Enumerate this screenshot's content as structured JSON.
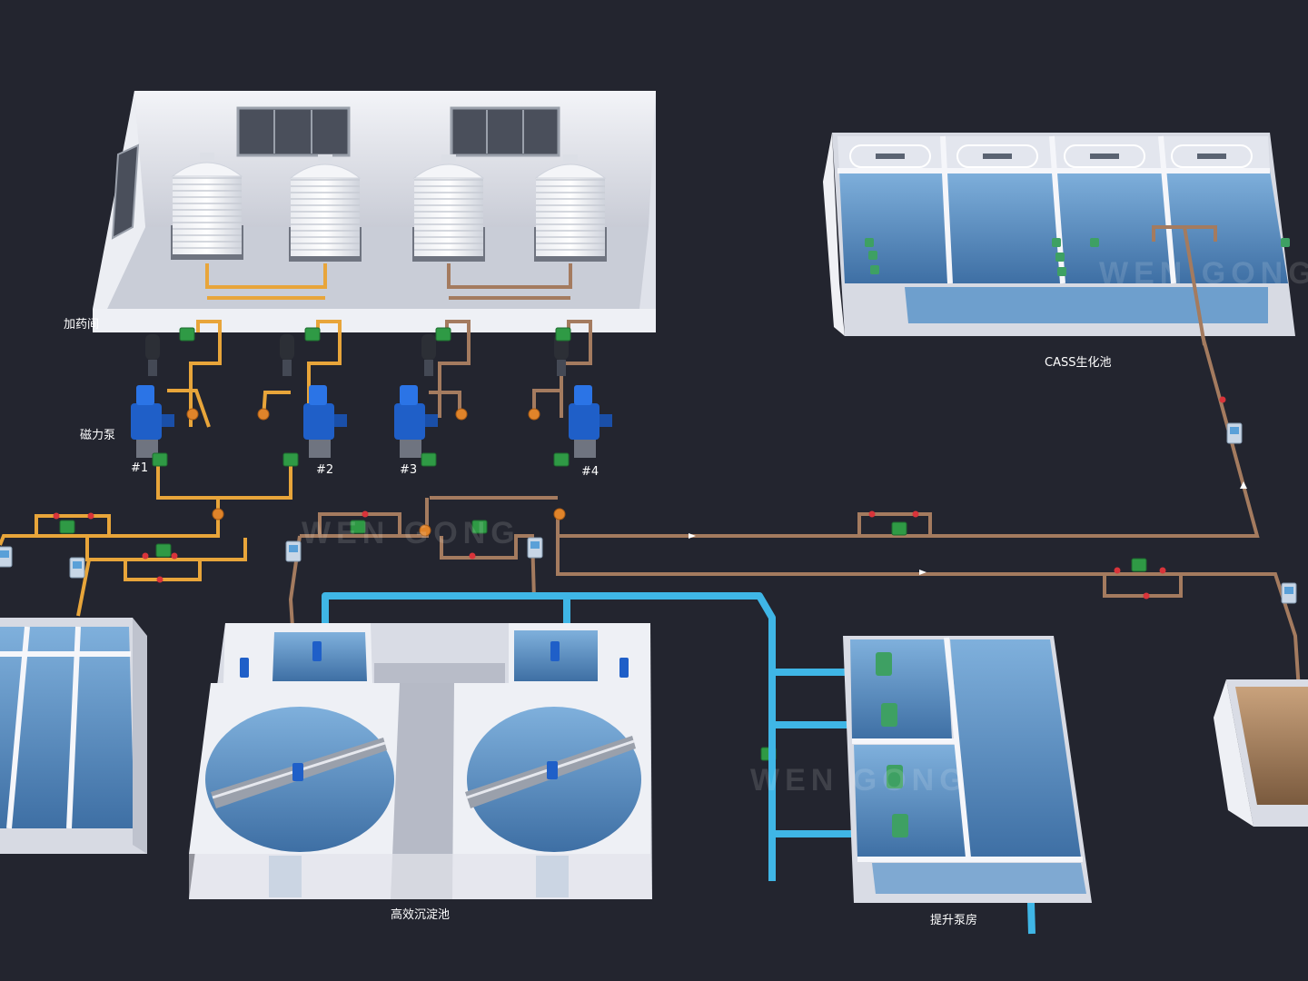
{
  "labels": {
    "dosing_room": "加药间",
    "magnetic_pump": "磁力泵",
    "cass_tank": "CASS生化池",
    "high_eff_settler": "高效沉淀池",
    "lift_pump_house": "提升泵房"
  },
  "pumps": [
    "#1",
    "#2",
    "#3",
    "#4"
  ],
  "watermark": "WEN GONG",
  "colors": {
    "background": "#23252f",
    "yellow_pipe": "#e8a53a",
    "brown_pipe": "#a47b5f",
    "blue_pipe": "#3fb6e6",
    "tank_water": "#5d8fbf",
    "wall": "#e8eaf0",
    "pump_blue": "#1f5fc8",
    "valve_green": "#2f9a45"
  }
}
